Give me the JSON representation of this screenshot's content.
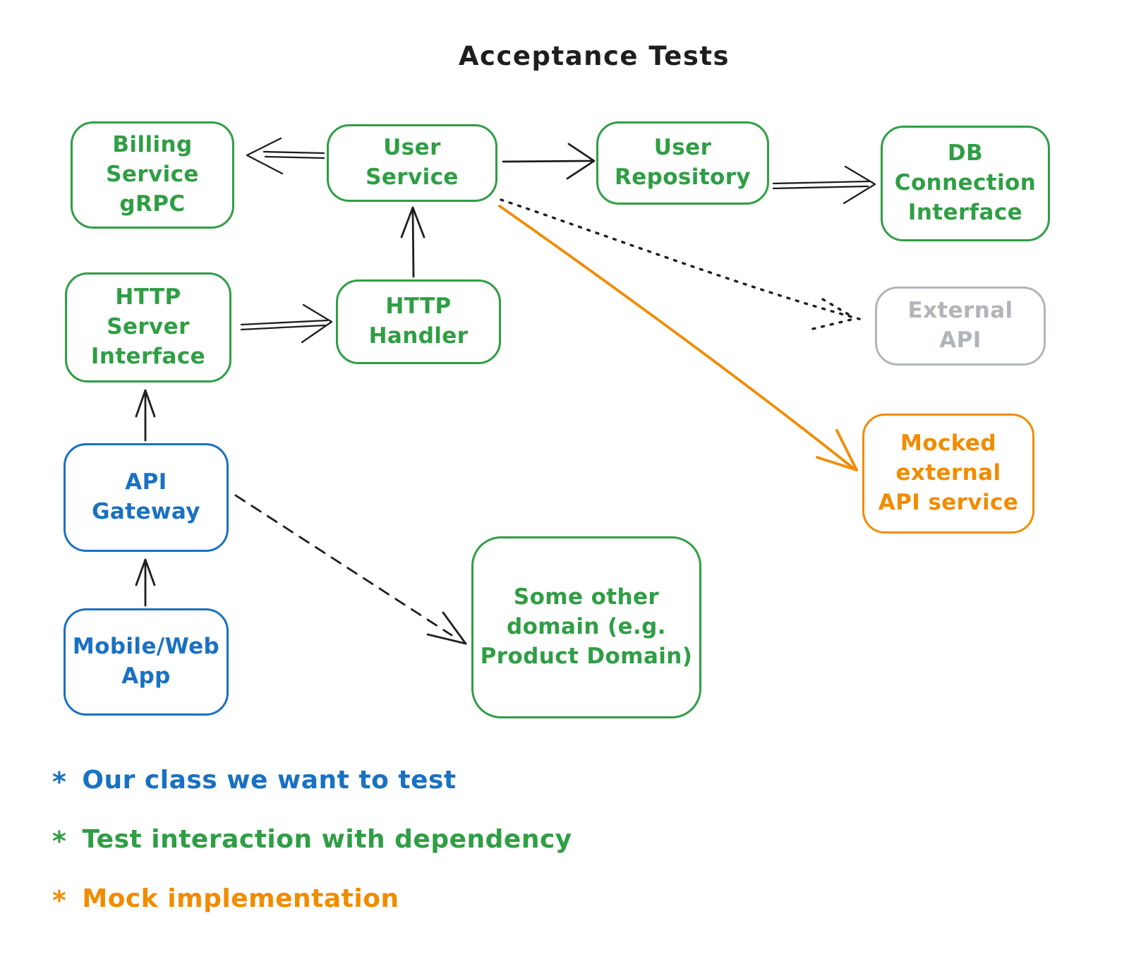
{
  "title": "Acceptance Tests",
  "palette": {
    "green": "#2f9e44",
    "blue": "#1971c2",
    "orange": "#f08c00",
    "gray": "#b1b5ba",
    "ink": "#1e1e1e"
  },
  "nodes": {
    "billing_service": {
      "label": "Billing\nService\ngRPC",
      "color": "#2f9e44"
    },
    "user_service": {
      "label": "User\nService",
      "color": "#2f9e44"
    },
    "user_repository": {
      "label": "User\nRepository",
      "color": "#2f9e44"
    },
    "db_connection": {
      "label": "DB\nConnection\nInterface",
      "color": "#2f9e44"
    },
    "http_server_interface": {
      "label": "HTTP\nServer\nInterface",
      "color": "#2f9e44"
    },
    "http_handler": {
      "label": "HTTP\nHandler",
      "color": "#2f9e44"
    },
    "external_api": {
      "label": "External\nAPI",
      "color": "#b1b5ba"
    },
    "mocked_external_api": {
      "label": "Mocked\nexternal\nAPI service",
      "color": "#f08c00"
    },
    "api_gateway": {
      "label": "API\nGateway",
      "color": "#1971c2"
    },
    "mobile_web_app": {
      "label": "Mobile/Web\nApp",
      "color": "#1971c2"
    },
    "some_other_domain": {
      "label": "Some other\ndomain (e.g.\nProduct Domain)",
      "color": "#2f9e44"
    }
  },
  "legend": {
    "bullet": "*",
    "items": [
      {
        "text": "Our class we want to test",
        "color": "#1971c2"
      },
      {
        "text": "Test interaction with dependency",
        "color": "#2f9e44"
      },
      {
        "text": "Mock implementation",
        "color": "#f08c00"
      }
    ]
  }
}
